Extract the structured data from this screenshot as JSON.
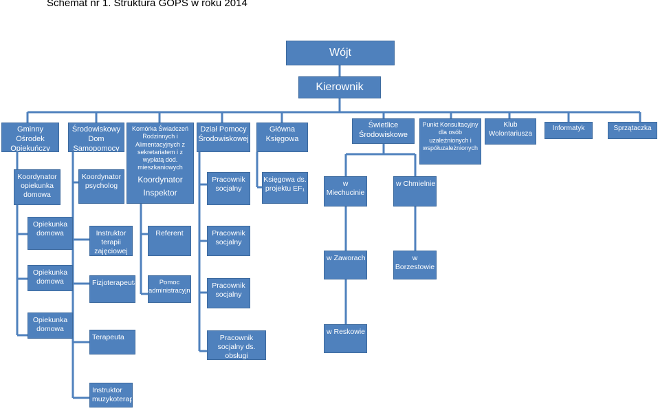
{
  "title": "Schemat nr 1. Struktura GOPS  w roku 2014",
  "top": {
    "wojt": "Wójt",
    "kierownik": "Kierownik"
  },
  "headers": [
    "Gminny Ośrodek Opiekuńczy",
    "Środowiskowy Dom Samopomocy",
    "Komórka Świadczeń Rodzinnych i Alimentacyjnych z sekretariatem i z wypłatą dod. mieszkaniowych",
    "Dział Pomocy Środowiskowej",
    "Główna Księgowa",
    "Świetlice Środowiskowe",
    "Punkt Konsultacyjny dla osób uzależnionych i współuzależnionych",
    "Klub Wolontariusza",
    "Informatyk",
    "Sprzątaczka"
  ],
  "col1": [
    "Koordynator opiekunka domowa",
    "Opiekunka domowa",
    "Opiekunka domowa",
    "Opiekunka domowa"
  ],
  "col2": [
    "Koordynator psycholog",
    "Instruktor terapii zajęciowej",
    "Fizjoterapeuta",
    "Terapeuta",
    "Instruktor muzykoterapii"
  ],
  "col3": {
    "koordynator": "Koordynator",
    "inspektor": "Inspektor",
    "referent": "Referent",
    "pomoc": "Pomoc administracyjna"
  },
  "col4": [
    "Pracownik socjalny",
    "Pracownik socjalny",
    "Pracownik socjalny",
    "Pracownik socjalny ds. obsługi GZI/GKRPA"
  ],
  "col5": [
    "Księgowa ds. projektu EF₁"
  ],
  "swietlice": [
    "w Miechucinie",
    "w Chmielnie",
    "w Zaworach",
    "w Borzestowie",
    "w  Reskowie"
  ]
}
